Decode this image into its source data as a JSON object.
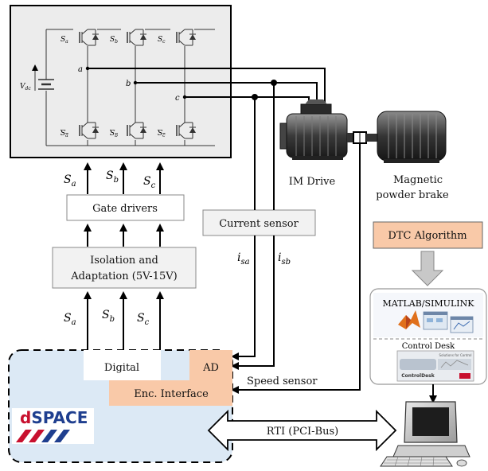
{
  "inverter": {
    "switches_top": [
      "S",
      "S",
      "S"
    ],
    "switches_top_sub": [
      "a",
      "b",
      "c"
    ],
    "switches_bottom": [
      "S",
      "S",
      "S"
    ],
    "switches_bottom_sub": [
      "a",
      "b",
      "c"
    ],
    "phases": [
      "a",
      "b",
      "c"
    ],
    "vdc_main": "V",
    "vdc_sub": "dc"
  },
  "gate_signals_top": {
    "base": [
      "S",
      "S",
      "S"
    ],
    "sub": [
      "a",
      "b",
      "c"
    ]
  },
  "gate_drivers": "Gate drivers",
  "isolation": {
    "line1": "Isolation and",
    "line2": "Adaptation (5V-15V)"
  },
  "gate_signals_bottom": {
    "base": [
      "S",
      "S",
      "S"
    ],
    "sub": [
      "a",
      "b",
      "c"
    ]
  },
  "current_sensor": "Current sensor",
  "currents": {
    "base": [
      "i",
      "i"
    ],
    "sub": [
      "sa",
      "sb"
    ]
  },
  "im_drive": "IM Drive",
  "brake": {
    "line1": "Magnetic",
    "line2": "powder brake"
  },
  "dtc": "DTC Algorithm",
  "software": {
    "matlab": "MATLAB/SIMULINK",
    "control_desk": "Control Desk",
    "cd_tagline": "Solutions for Control",
    "cd_logo": "ControlDesk"
  },
  "dspace": {
    "digital": "Digital",
    "ad": "AD",
    "enc": "Enc. Interface",
    "logo_d": "d",
    "logo_rest": "SPACE"
  },
  "speed_sensor": "Speed sensor",
  "rti": "RTI (PCI-Bus)",
  "colors": {
    "peach": "#f9c9a8",
    "dspace_fill": "#dce9f5",
    "inverter_fill": "#ececec",
    "gray_box": "#f2f2f2",
    "arrow_gray": "#c8c8c8",
    "logo_red": "#c8102e",
    "logo_blue": "#1f3f8f"
  }
}
